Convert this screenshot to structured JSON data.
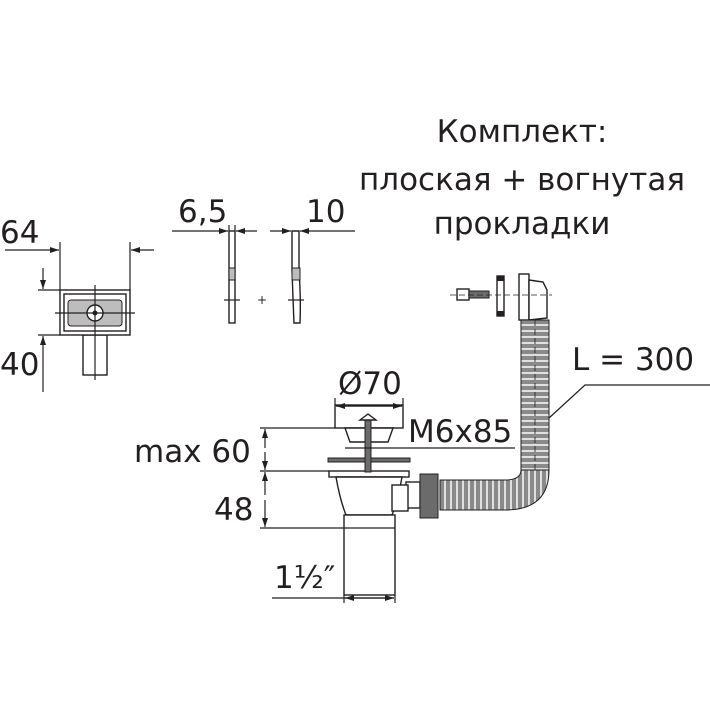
{
  "kit_note": {
    "line1": "Комплект:",
    "line2": "плоская + вогнутая",
    "line3": "прокладки"
  },
  "dimensions": {
    "overflow_width": "64",
    "overflow_height": "40",
    "flat_gasket": "6,5",
    "concave_gasket": "10",
    "hose_length": "L = 300",
    "strainer_diameter": "Ø70",
    "bolt": "M6x85",
    "max_thickness": "max 60",
    "body_height": "48",
    "outlet_thread": "1½″"
  }
}
